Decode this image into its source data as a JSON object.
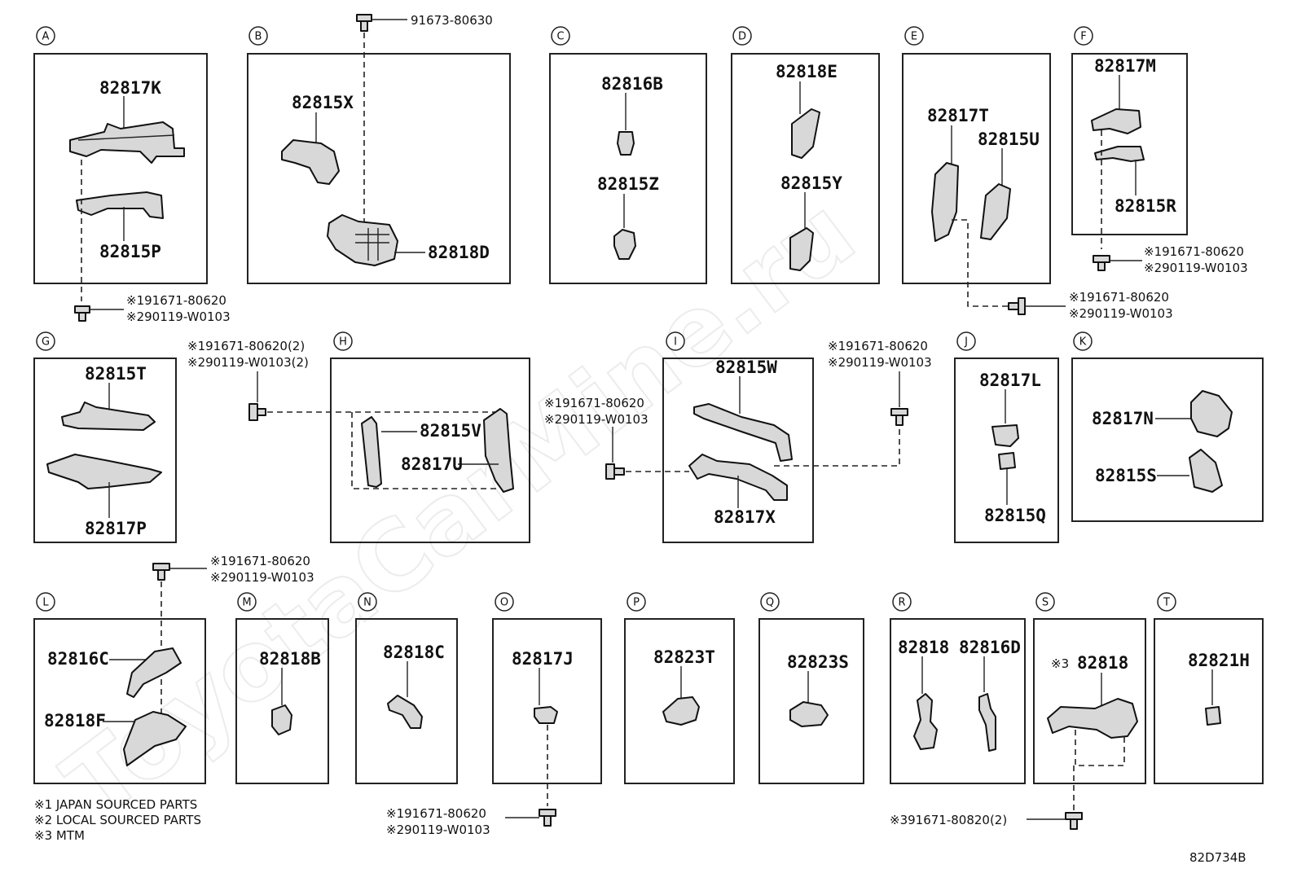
{
  "watermark": "ToyotaCarMine.ru",
  "diagram_code": "82D734B",
  "panels": {
    "A": {
      "letter": "A",
      "parts": [
        "82817K",
        "82815P"
      ]
    },
    "B": {
      "letter": "B",
      "parts": [
        "82815X",
        "82818D"
      ]
    },
    "C": {
      "letter": "C",
      "parts": [
        "82816B",
        "82815Z"
      ]
    },
    "D": {
      "letter": "D",
      "parts": [
        "82818E",
        "82815Y"
      ]
    },
    "E": {
      "letter": "E",
      "parts": [
        "82817T",
        "82815U"
      ]
    },
    "F": {
      "letter": "F",
      "parts": [
        "82817M",
        "82815R"
      ]
    },
    "G": {
      "letter": "G",
      "parts": [
        "82815T",
        "82817P"
      ]
    },
    "H": {
      "letter": "H",
      "parts": [
        "82815V",
        "82817U"
      ]
    },
    "I": {
      "letter": "I",
      "parts": [
        "82815W",
        "82817X"
      ]
    },
    "J": {
      "letter": "J",
      "parts": [
        "82817L",
        "82815Q"
      ]
    },
    "K": {
      "letter": "K",
      "parts": [
        "82817N",
        "82815S"
      ]
    },
    "L": {
      "letter": "L",
      "parts": [
        "82816C",
        "82818F"
      ]
    },
    "M": {
      "letter": "M",
      "parts": [
        "82818B"
      ]
    },
    "N": {
      "letter": "N",
      "parts": [
        "82818C"
      ]
    },
    "O": {
      "letter": "O",
      "parts": [
        "82817J"
      ]
    },
    "P": {
      "letter": "P",
      "parts": [
        "82823T"
      ]
    },
    "Q": {
      "letter": "Q",
      "parts": [
        "82823S"
      ]
    },
    "R": {
      "letter": "R",
      "parts": [
        "82818",
        "82816D"
      ]
    },
    "S": {
      "letter": "S",
      "parts": [
        "82818"
      ],
      "prefix": "※3"
    },
    "T": {
      "letter": "T",
      "parts": [
        "82821H"
      ]
    }
  },
  "fasteners": {
    "b_top": [
      "91673-80630"
    ],
    "a": [
      "※191671-80620",
      "※290119-W0103"
    ],
    "e": [
      "※191671-80620",
      "※290119-W0103"
    ],
    "f": [
      "※191671-80620",
      "※290119-W0103"
    ],
    "h": [
      "※191671-80620(2)",
      "※290119-W0103(2)"
    ],
    "i_left": [
      "※191671-80620",
      "※290119-W0103"
    ],
    "i_right": [
      "※191671-80620",
      "※290119-W0103"
    ],
    "l": [
      "※191671-80620",
      "※290119-W0103"
    ],
    "o": [
      "※191671-80620",
      "※290119-W0103"
    ],
    "s": [
      "※391671-80820(2)"
    ]
  },
  "notes": [
    "※1 JAPAN SOURCED PARTS",
    "※2 LOCAL SOURCED PARTS",
    "※3 MTM"
  ]
}
